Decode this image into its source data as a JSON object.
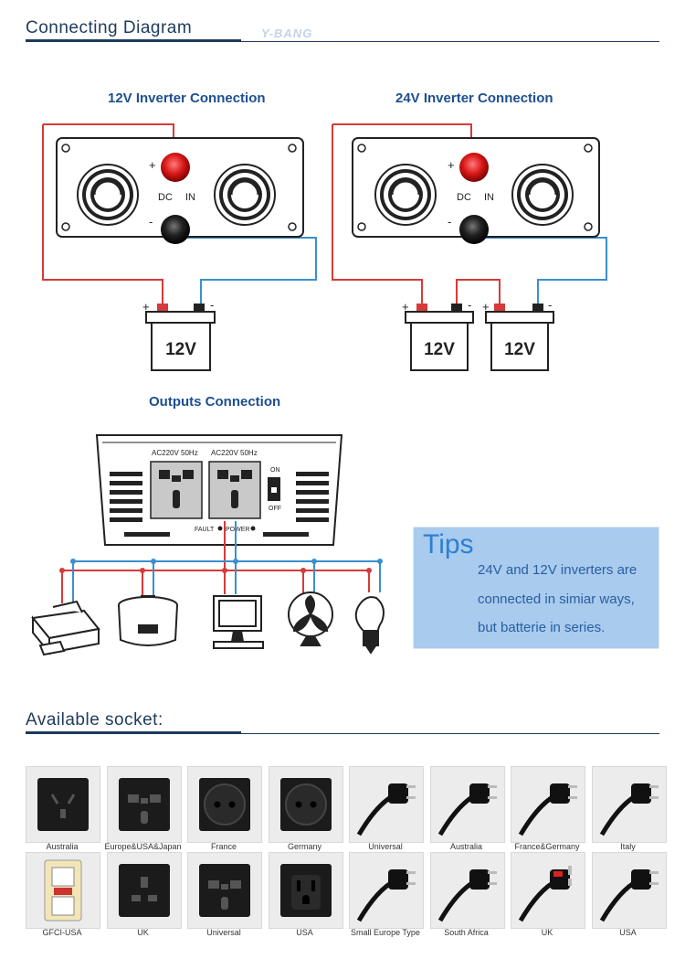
{
  "header": {
    "title": "Connecting Diagram",
    "watermark": "Y-BANG"
  },
  "diagram12v": {
    "title": "12V Inverter Connection",
    "dc_label": "DC",
    "in_label": "IN",
    "plus": "+",
    "minus": "-",
    "battery_label": "12V"
  },
  "diagram24v": {
    "title": "24V Inverter Connection",
    "dc_label": "DC",
    "in_label": "IN",
    "plus": "+",
    "minus": "-",
    "battery_labels": [
      "12V",
      "12V"
    ]
  },
  "outputs": {
    "title": "Outputs Connection",
    "socket_label_1": "AC220V 50Hz",
    "socket_label_2": "AC220V 50Hz",
    "switch_on": "ON",
    "switch_off": "OFF",
    "fault_label": "FAULT",
    "power_label": "POWER",
    "appliances": [
      "printer",
      "rice-cooker",
      "computer-monitor",
      "fan",
      "light-bulb"
    ]
  },
  "tips": {
    "title": "Tips",
    "lines": [
      "24V and 12V inverters are",
      "connected in simiar ways,",
      "but batterie in series."
    ]
  },
  "sockets": {
    "title": "Available socket:",
    "items": [
      {
        "label": "Australia",
        "icon": "australia-socket-icon"
      },
      {
        "label": "Europe&USA&Japan",
        "icon": "universal-socket-icon"
      },
      {
        "label": "France",
        "icon": "france-socket-icon"
      },
      {
        "label": "Germany",
        "icon": "germany-socket-icon"
      },
      {
        "label": "Universal",
        "icon": "universal-plug-icon"
      },
      {
        "label": "Australia",
        "icon": "australia-plug-icon"
      },
      {
        "label": "France&Germany",
        "icon": "france-germany-plug-icon"
      },
      {
        "label": "Italy",
        "icon": "italy-plug-icon"
      },
      {
        "label": "GFCI-USA",
        "icon": "gfci-socket-icon"
      },
      {
        "label": "UK",
        "icon": "uk-socket-icon"
      },
      {
        "label": "Universal",
        "icon": "universal-socket-icon"
      },
      {
        "label": "USA",
        "icon": "usa-socket-icon"
      },
      {
        "label": "Small Europe Type",
        "icon": "small-europe-plug-icon"
      },
      {
        "label": "South Africa",
        "icon": "south-africa-plug-icon"
      },
      {
        "label": "UK",
        "icon": "uk-plug-icon"
      },
      {
        "label": "USA",
        "icon": "usa-plug-icon"
      }
    ]
  },
  "colors": {
    "positive_wire": "#d63a3a",
    "negative_wire": "#3a8fd0",
    "heading_blue": "#1d4f8f",
    "rule": "#1e3a5a"
  }
}
